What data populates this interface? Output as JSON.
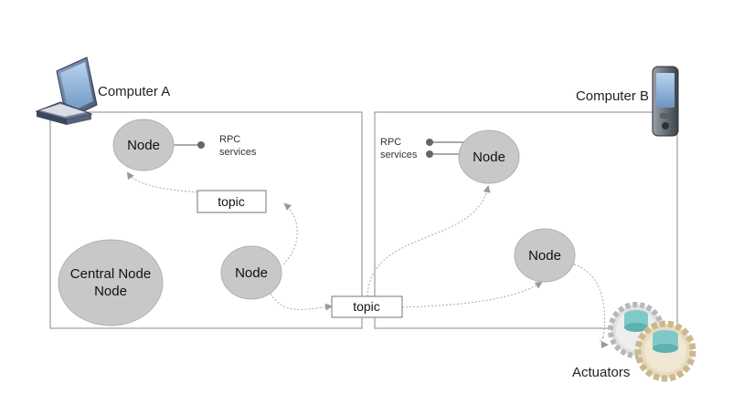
{
  "computers": {
    "a": {
      "label": "Computer A",
      "icon": "laptop-icon"
    },
    "b": {
      "label": "Computer B",
      "icon": "pda-icon"
    }
  },
  "computer_a": {
    "node_top": "Node",
    "rpc_line1": "RPC",
    "rpc_line2": "services",
    "topic": "topic",
    "central_line1": "Central Node",
    "central_line2": "Node",
    "node_bottom": "Node"
  },
  "shared_topic": "topic",
  "computer_b": {
    "rpc_line1": "RPC",
    "rpc_line2": "services",
    "node_top": "Node",
    "node_mid": "Node"
  },
  "actuators": {
    "label": "Actuators",
    "icon": "gears-icon"
  },
  "colors": {
    "node_fill": "#c8c8c8",
    "node_stroke": "#b0b0b0",
    "box_stroke": "#8a8a8a",
    "arrow": "#aaaaaa",
    "rpc_dot": "#666666"
  }
}
